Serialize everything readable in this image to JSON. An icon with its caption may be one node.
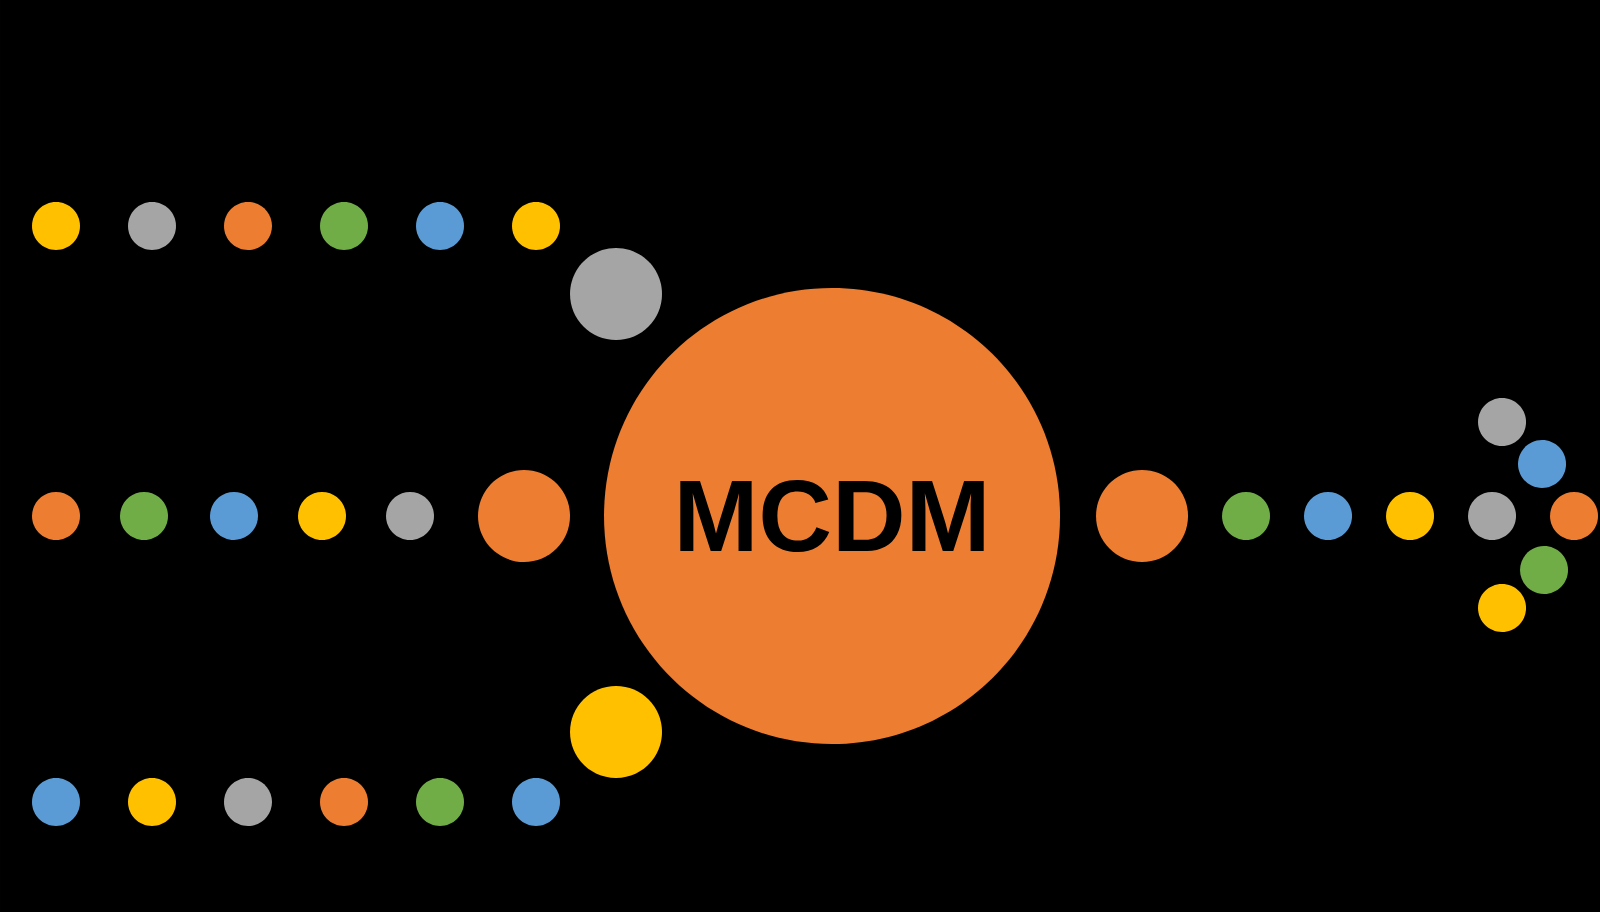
{
  "diagram": {
    "nodes": [
      {
        "text": [],
        "shape": "circle"
      },
      {
        "text": [],
        "shape": "circle"
      },
      {
        "text": [],
        "shape": "circle"
      },
      {
        "text": [],
        "shape": "circle"
      },
      {
        "text": [],
        "shape": "circle"
      },
      {
        "text": [],
        "shape": "circle"
      },
      {
        "text": [],
        "shape": "circle"
      },
      {
        "text": [],
        "shape": "circle"
      },
      {
        "text": [],
        "shape": "circle"
      },
      {
        "text": [],
        "shape": "circle"
      },
      {
        "text": [],
        "shape": "circle"
      },
      {
        "text": [],
        "shape": "circle"
      },
      {
        "text": [],
        "shape": "circle"
      },
      {
        "text": [
          "MCDM"
        ]
      },
      {
        "text": [],
        "shape": "circle"
      },
      {
        "text": [],
        "shape": "circle"
      },
      {
        "text": [],
        "shape": "circle"
      },
      {
        "text": [],
        "shape": "circle"
      },
      {
        "text": [],
        "shape": "circle"
      },
      {
        "text": [],
        "shape": "circle"
      },
      {
        "text": [],
        "shape": "circle"
      },
      {
        "text": [],
        "shape": "circle"
      },
      {
        "text": [],
        "shape": "circle"
      },
      {
        "text": [],
        "shape": "circle"
      },
      {
        "text": [],
        "shape": "circle"
      },
      {
        "text": [],
        "shape": "circle"
      },
      {
        "text": [],
        "shape": "circle"
      },
      {
        "text": [],
        "shape": "circle"
      },
      {
        "text": [],
        "shape": "circle"
      },
      {
        "text": [],
        "shape": "circle"
      },
      {
        "text": [],
        "shape": "circle"
      }
    ]
  }
}
